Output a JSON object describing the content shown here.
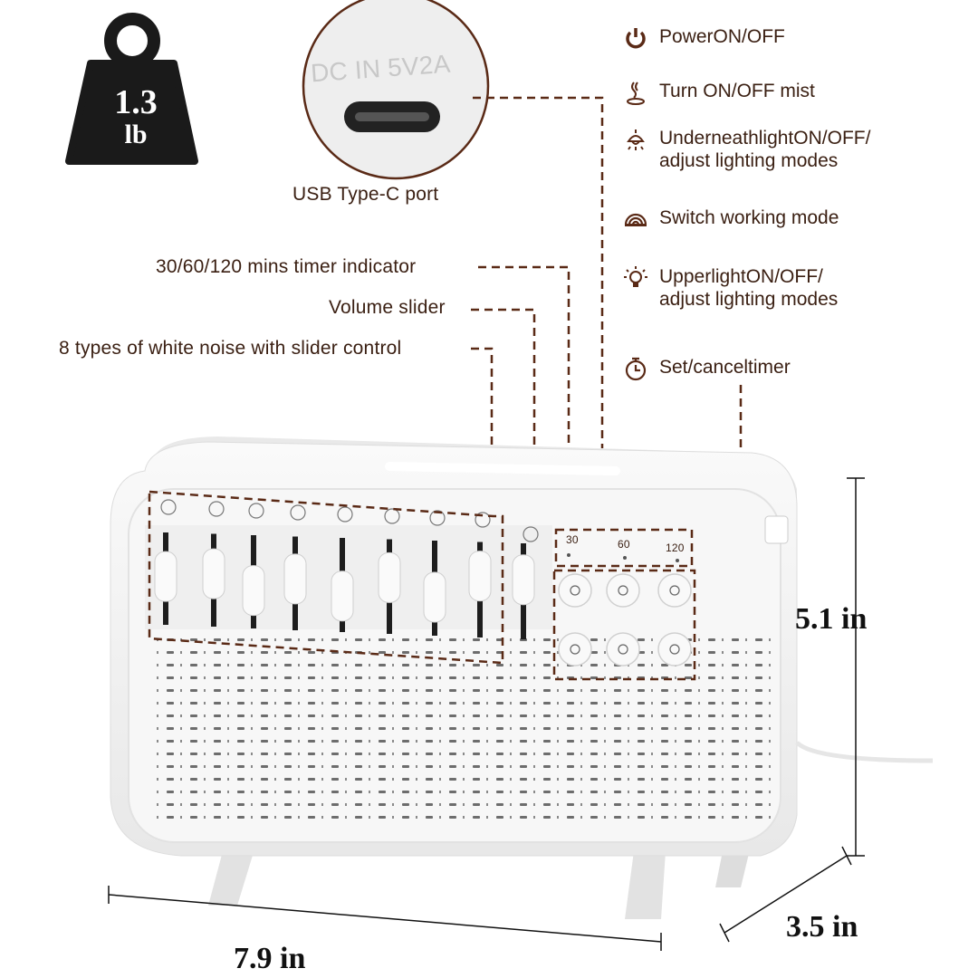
{
  "weight": {
    "value": "1.3",
    "unit": "lb"
  },
  "usb_port": {
    "printed_text": "DC IN 5V2A",
    "label": "USB Type-C port"
  },
  "callouts": {
    "timer_indicator": "30/60/120 mins timer indicator",
    "volume_slider": "Volume slider",
    "white_noise": "8 types of white noise with slider control"
  },
  "features": [
    {
      "icon": "power-icon",
      "lines": [
        "PowerON/OFF"
      ]
    },
    {
      "icon": "mist-icon",
      "lines": [
        "Turn ON/OFF mist"
      ]
    },
    {
      "icon": "underneath-light-icon",
      "lines": [
        "UnderneathlightON/OFF/",
        "adjust lighting modes"
      ]
    },
    {
      "icon": "rainbow-mode-icon",
      "lines": [
        "Switch working mode"
      ]
    },
    {
      "icon": "upper-light-icon",
      "lines": [
        "UpperlightON/OFF/",
        "adjust lighting modes"
      ]
    },
    {
      "icon": "timer-icon",
      "lines": [
        "Set/canceltimer"
      ]
    }
  ],
  "device": {
    "sound_icons": [
      "rain-icon",
      "thunderstorm-icon",
      "ocean-wave-icon",
      "bird-icon",
      "fire-icon",
      "wind-icon",
      "frog-icon",
      "snail-icon"
    ],
    "slider_levels": [
      0.45,
      0.35,
      0.7,
      0.4,
      0.75,
      0.3,
      0.7,
      0.2
    ],
    "volume_level": 0.25,
    "timer_marks": [
      "30",
      "60",
      "120"
    ]
  },
  "dimensions": {
    "height": "5.1 in",
    "width": "7.9 in",
    "depth": "3.5 in"
  },
  "colors": {
    "accent": "#5a2a16",
    "text": "#3a1f12",
    "device": "#f4f4f4"
  }
}
